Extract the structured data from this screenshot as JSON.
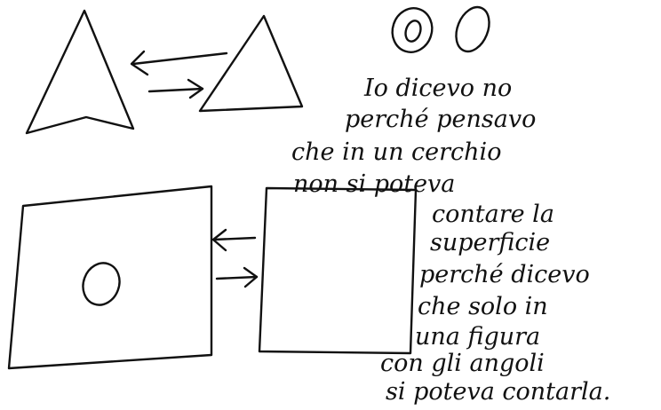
{
  "handwritten_text": {
    "lines": [
      "Io dicevo no",
      "perché pensavo",
      "che in un cerchio",
      "non si poteva",
      "contare la",
      "superficie",
      "perché dicevo",
      "che solo in",
      "una figura",
      "con gli angoli",
      "si poteva contarla."
    ]
  },
  "colors": {
    "ink": "#111111",
    "paper": "#ffffff"
  }
}
